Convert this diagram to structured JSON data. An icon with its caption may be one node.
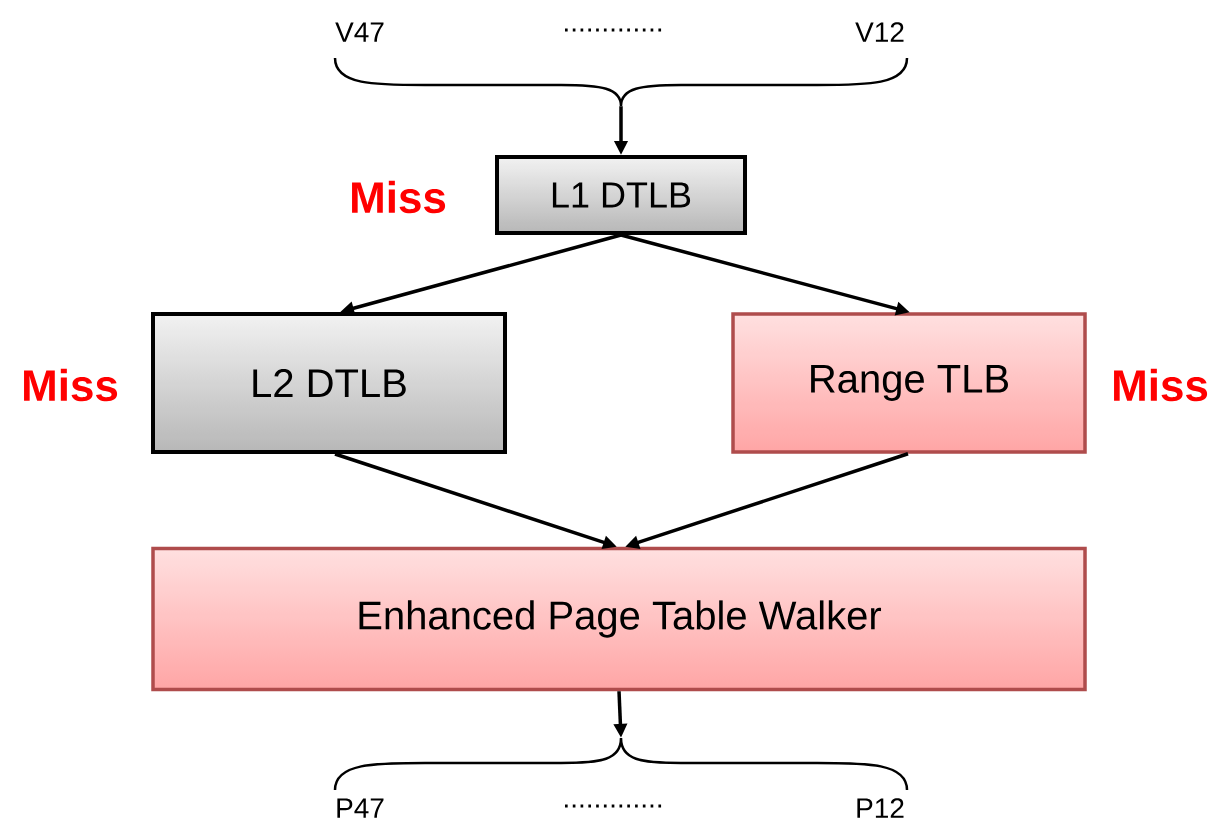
{
  "diagram": {
    "nodes": [
      {
        "text": [],
        "shape": "brace"
      },
      {
        "text": [
          "L1 DTLB"
        ],
        "beside": [
          "Miss"
        ]
      },
      {
        "text": [
          "L2 DTLB"
        ],
        "beside": [
          "Miss"
        ]
      },
      {
        "text": [
          "Range TLB"
        ],
        "beside": [
          "Miss"
        ]
      },
      {
        "text": [
          "Enhanced Page Table Walker"
        ]
      },
      {
        "text": [],
        "shape": "brace"
      }
    ],
    "edges": [
      {
        "from": 0,
        "to": 1,
        "arrow": "to"
      },
      {
        "from": 1,
        "to": 2,
        "arrow": "to"
      },
      {
        "from": 1,
        "to": 3,
        "arrow": "to"
      },
      {
        "from": 2,
        "to": 4,
        "arrow": "to"
      },
      {
        "from": 3,
        "to": 4,
        "arrow": "to"
      },
      {
        "from": 4,
        "to": 5,
        "arrow": "to"
      }
    ],
    "labels": [
      "V47",
      ".............",
      "V12",
      "P47",
      ".............",
      "P12"
    ]
  }
}
